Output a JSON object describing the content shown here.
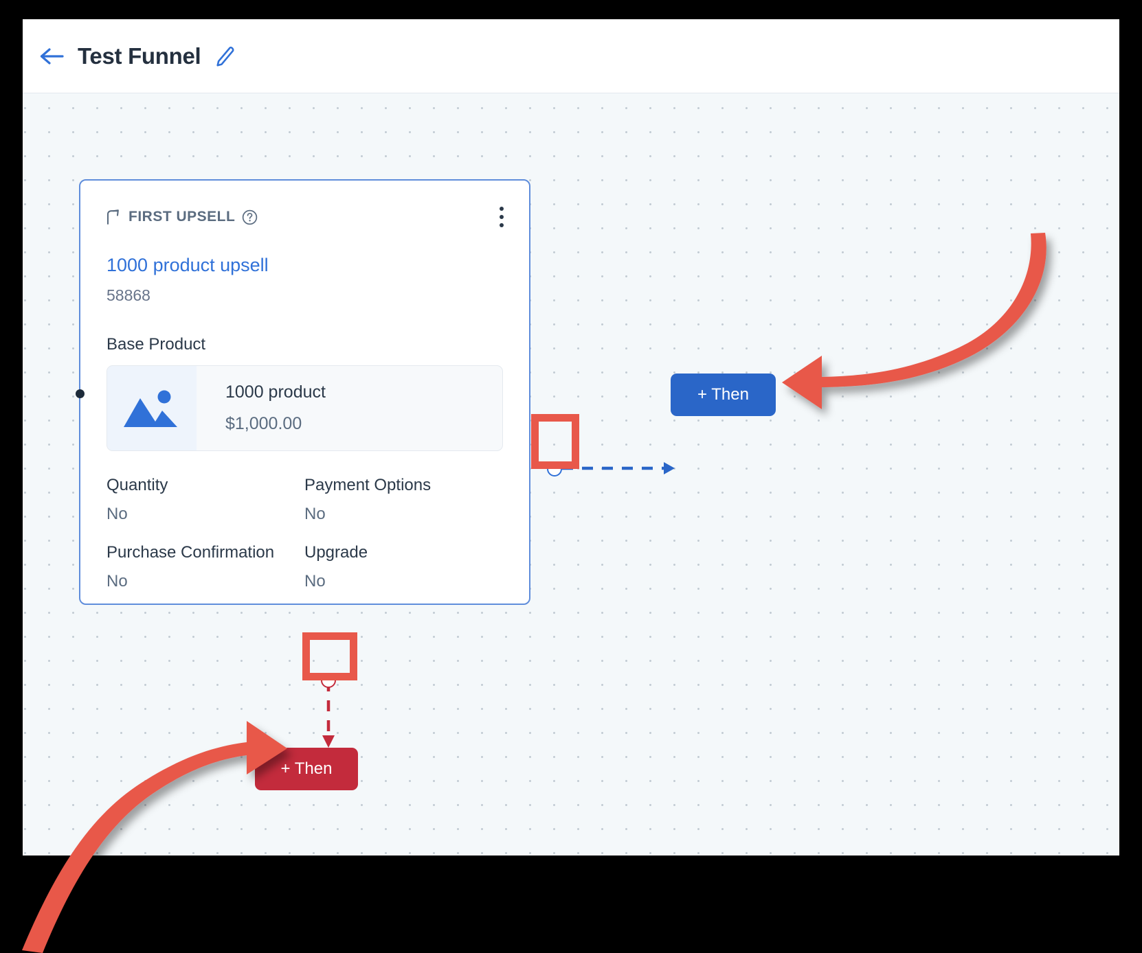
{
  "header": {
    "title": "Test Funnel",
    "back_icon": "back-arrow-icon",
    "edit_icon": "pencil-edit-icon"
  },
  "node": {
    "step_type": "FIRST UPSELL",
    "step_type_icon": "arrow-turn-up-icon",
    "help_icon": "question-mark-circle-icon",
    "menu_icon": "more-vertical-icon",
    "title": "1000 product upsell",
    "id": "58868",
    "base_product_label": "Base Product",
    "product": {
      "thumb_icon": "image-placeholder-icon",
      "name": "1000 product",
      "price": "$1,000.00"
    },
    "properties": [
      {
        "label": "Quantity",
        "value": "No"
      },
      {
        "label": "Payment Options",
        "value": "No"
      },
      {
        "label": "Purchase Confirmation",
        "value": "No"
      },
      {
        "label": "Upgrade",
        "value": "No"
      }
    ]
  },
  "buttons": {
    "then_blue": "+ Then",
    "then_red": "+ Then"
  },
  "colors": {
    "accent_blue": "#2a66c8",
    "link_blue": "#3071d8",
    "card_border_blue": "#5f8ddb",
    "accent_red": "#c32b3c",
    "highlight_red": "#e8584a",
    "canvas_bg": "#f4f8fa",
    "text_dark": "#2b3949",
    "text_muted": "#5b6c80"
  }
}
